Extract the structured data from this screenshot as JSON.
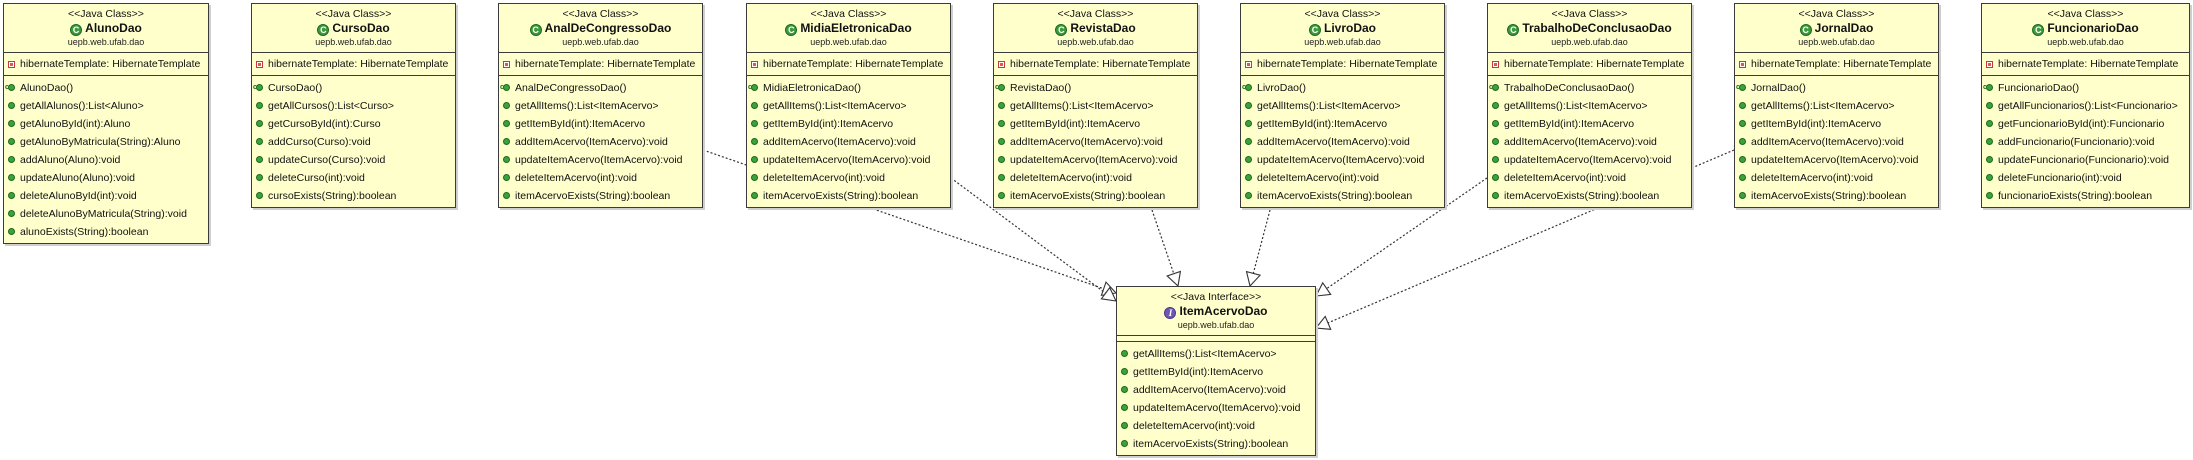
{
  "diagram": {
    "classes": [
      {
        "id": "AlunoDao",
        "stereotype": "<<Java Class>>",
        "name": "AlunoDao",
        "package": "uepb.web.ufab.dao",
        "attributes": [
          "hibernateTemplate: HibernateTemplate"
        ],
        "operations": [
          "AlunoDao()",
          "getAllAlunos():List<Aluno>",
          "getAlunoById(int):Aluno",
          "getAlunoByMatricula(String):Aluno",
          "addAluno(Aluno):void",
          "updateAluno(Aluno):void",
          "deleteAlunoById(int):void",
          "deleteAlunoByMatricula(String):void",
          "alunoExists(String):boolean"
        ]
      },
      {
        "id": "CursoDao",
        "stereotype": "<<Java Class>>",
        "name": "CursoDao",
        "package": "uepb.web.ufab.dao",
        "attributes": [
          "hibernateTemplate: HibernateTemplate"
        ],
        "operations": [
          "CursoDao()",
          "getAllCursos():List<Curso>",
          "getCursoById(int):Curso",
          "addCurso(Curso):void",
          "updateCurso(Curso):void",
          "deleteCurso(int):void",
          "cursoExists(String):boolean"
        ]
      },
      {
        "id": "AnalDeCongressoDao",
        "stereotype": "<<Java Class>>",
        "name": "AnalDeCongressoDao",
        "package": "uepb.web.ufab.dao",
        "attributes": [
          "hibernateTemplate: HibernateTemplate"
        ],
        "operations": [
          "AnalDeCongressoDao()",
          "getAllItems():List<ItemAcervo>",
          "getItemById(int):ItemAcervo",
          "addItemAcervo(ItemAcervo):void",
          "updateItemAcervo(ItemAcervo):void",
          "deleteItemAcervo(int):void",
          "itemAcervoExists(String):boolean"
        ]
      },
      {
        "id": "MidiaEletronicaDao",
        "stereotype": "<<Java Class>>",
        "name": "MidiaEletronicaDao",
        "package": "uepb.web.ufab.dao",
        "attributes": [
          "hibernateTemplate: HibernateTemplate"
        ],
        "operations": [
          "MidiaEletronicaDao()",
          "getAllItems():List<ItemAcervo>",
          "getItemById(int):ItemAcervo",
          "addItemAcervo(ItemAcervo):void",
          "updateItemAcervo(ItemAcervo):void",
          "deleteItemAcervo(int):void",
          "itemAcervoExists(String):boolean"
        ]
      },
      {
        "id": "RevistaDao",
        "stereotype": "<<Java Class>>",
        "name": "RevistaDao",
        "package": "uepb.web.ufab.dao",
        "attributes": [
          "hibernateTemplate: HibernateTemplate"
        ],
        "operations": [
          "RevistaDao()",
          "getAllItems():List<ItemAcervo>",
          "getItemById(int):ItemAcervo",
          "addItemAcervo(ItemAcervo):void",
          "updateItemAcervo(ItemAcervo):void",
          "deleteItemAcervo(int):void",
          "itemAcervoExists(String):boolean"
        ]
      },
      {
        "id": "LivroDao",
        "stereotype": "<<Java Class>>",
        "name": "LivroDao",
        "package": "uepb.web.ufab.dao",
        "attributes": [
          "hibernateTemplate: HibernateTemplate"
        ],
        "operations": [
          "LivroDao()",
          "getAllItems():List<ItemAcervo>",
          "getItemById(int):ItemAcervo",
          "addItemAcervo(ItemAcervo):void",
          "updateItemAcervo(ItemAcervo):void",
          "deleteItemAcervo(int):void",
          "itemAcervoExists(String):boolean"
        ]
      },
      {
        "id": "TrabalhoDeConclusaoDao",
        "stereotype": "<<Java Class>>",
        "name": "TrabalhoDeConclusaoDao",
        "package": "uepb.web.ufab.dao",
        "attributes": [
          "hibernateTemplate: HibernateTemplate"
        ],
        "operations": [
          "TrabalhoDeConclusaoDao()",
          "getAllItems():List<ItemAcervo>",
          "getItemById(int):ItemAcervo",
          "addItemAcervo(ItemAcervo):void",
          "updateItemAcervo(ItemAcervo):void",
          "deleteItemAcervo(int):void",
          "itemAcervoExists(String):boolean"
        ]
      },
      {
        "id": "JornalDao",
        "stereotype": "<<Java Class>>",
        "name": "JornalDao",
        "package": "uepb.web.ufab.dao",
        "attributes": [
          "hibernateTemplate: HibernateTemplate"
        ],
        "operations": [
          "JornalDao()",
          "getAllItems():List<ItemAcervo>",
          "getItemById(int):ItemAcervo",
          "addItemAcervo(ItemAcervo):void",
          "updateItemAcervo(ItemAcervo):void",
          "deleteItemAcervo(int):void",
          "itemAcervoExists(String):boolean"
        ]
      },
      {
        "id": "FuncionarioDao",
        "stereotype": "<<Java Class>>",
        "name": "FuncionarioDao",
        "package": "uepb.web.ufab.dao",
        "attributes": [
          "hibernateTemplate: HibernateTemplate"
        ],
        "operations": [
          "FuncionarioDao()",
          "getAllFuncionarios():List<Funcionario>",
          "getFuncionarioById(int):Funcionario",
          "addFuncionario(Funcionario):void",
          "updateFuncionario(Funcionario):void",
          "deleteFuncionario(int):void",
          "funcionarioExists(String):boolean"
        ]
      },
      {
        "id": "ItemAcervoDao",
        "kind": "interface",
        "stereotype": "<<Java Interface>>",
        "name": "ItemAcervoDao",
        "package": "uepb.web.ufab.dao",
        "attributes": [],
        "operations": [
          "getAllItems():List<ItemAcervo>",
          "getItemById(int):ItemAcervo",
          "addItemAcervo(ItemAcervo):void",
          "updateItemAcervo(ItemAcervo):void",
          "deleteItemAcervo(int):void",
          "itemAcervoExists(String):boolean"
        ]
      }
    ],
    "realizations": [
      {
        "from": "AnalDeCongressoDao",
        "to": "ItemAcervoDao"
      },
      {
        "from": "MidiaEletronicaDao",
        "to": "ItemAcervoDao"
      },
      {
        "from": "RevistaDao",
        "to": "ItemAcervoDao"
      },
      {
        "from": "LivroDao",
        "to": "ItemAcervoDao"
      },
      {
        "from": "TrabalhoDeConclusaoDao",
        "to": "ItemAcervoDao"
      },
      {
        "from": "JornalDao",
        "to": "ItemAcervoDao"
      }
    ],
    "colors": {
      "box_fill": "#ffffcc",
      "box_border": "#3b3b3b",
      "class_icon": "#3b9a3b",
      "interface_icon": "#6f58b5",
      "private_marker": "#c23a3a",
      "public_marker": "#3aa33a",
      "edge": "#333333"
    },
    "icons": {
      "class": "class-c-icon",
      "interface": "interface-i-icon",
      "private": "private-field-icon",
      "public": "public-method-icon",
      "constructor": "constructor-icon"
    }
  }
}
